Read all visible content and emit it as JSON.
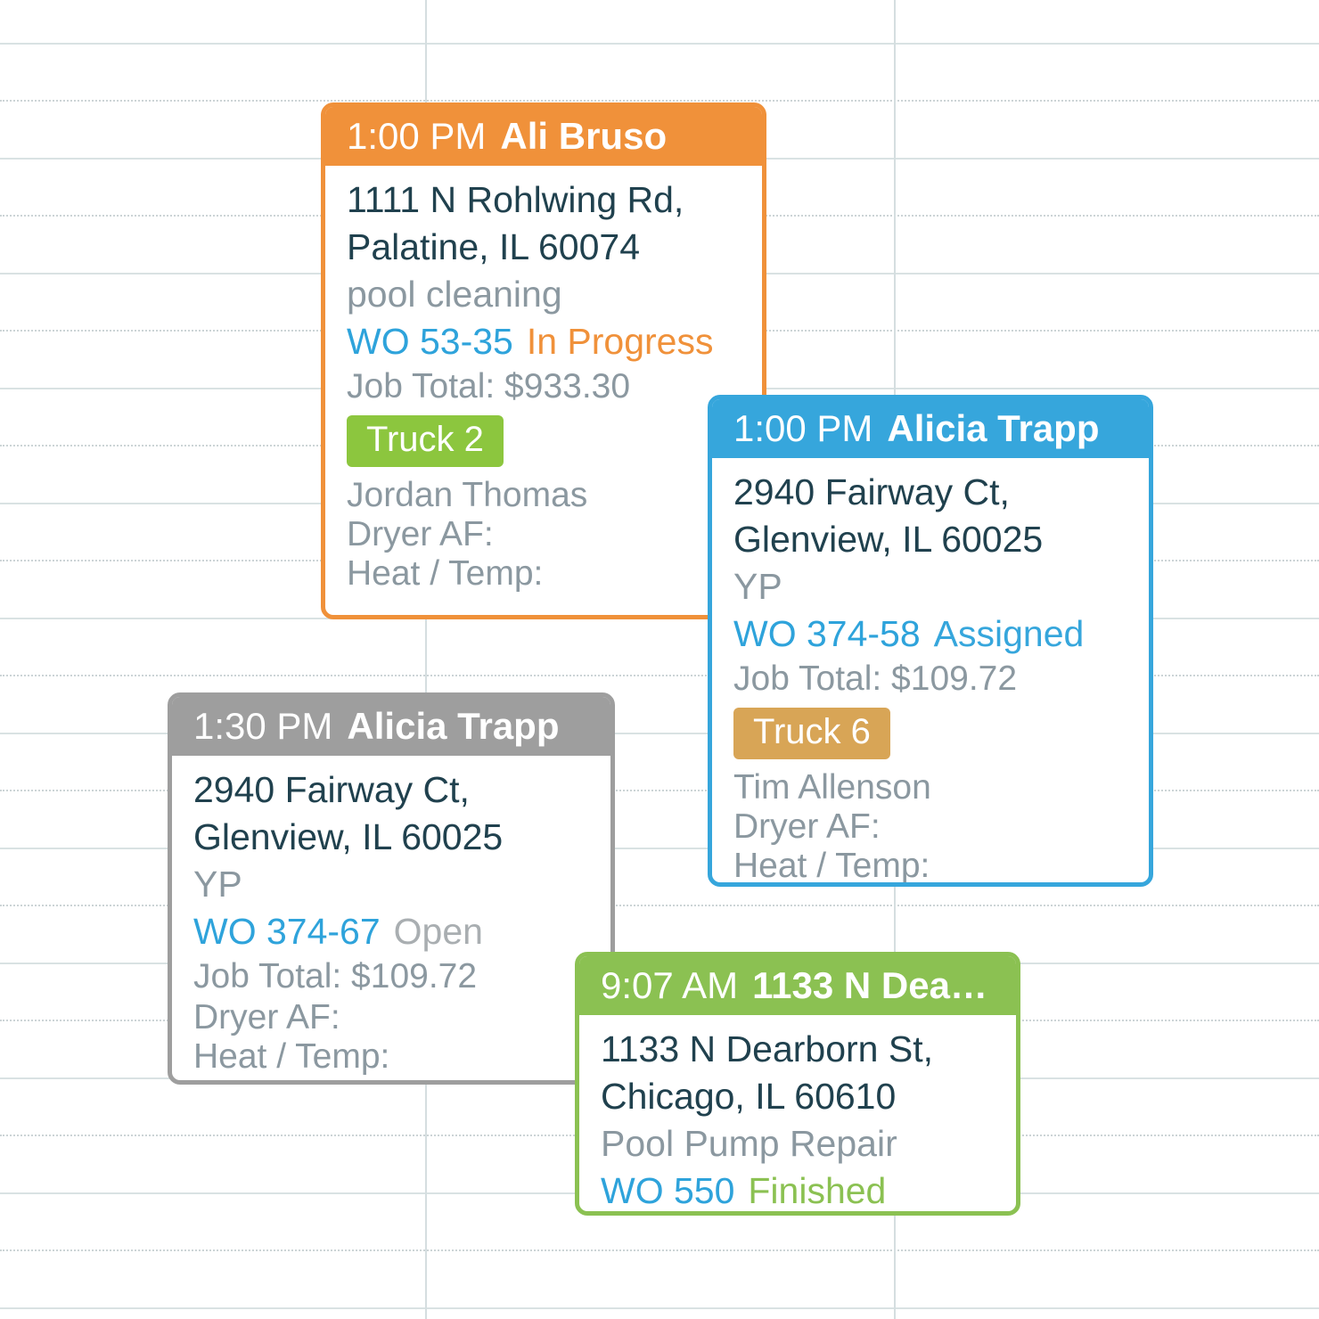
{
  "theme": {
    "work_order_link_color": "#2ea3db",
    "grid_solid_line_color": "#d9e2e3",
    "grid_dotted_line_color": "#ccd4d6",
    "card_text_color": "#20414e",
    "card_secondary_text_color": "#8b98a0"
  },
  "cards": [
    {
      "time": "1:00 PM",
      "title": "Ali Bruso",
      "address_line1": "1111 N Rohlwing Rd,",
      "address_line2": "Palatine, IL 60074",
      "job_type": "pool cleaning",
      "work_order": "WO 53-35",
      "status": "In Progress",
      "status_color": "#f0913a",
      "job_total": "Job Total: $933.30",
      "truck": "Truck 2",
      "truck_color": "#8cc63e",
      "technician": "Jordan Thomas",
      "dryer_label": "Dryer AF:",
      "heat_label": "Heat / Temp:",
      "accent_color": "#f0913a"
    },
    {
      "time": "1:00 PM",
      "title": "Alicia Trapp",
      "address_line1": "2940 Fairway Ct,",
      "address_line2": "Glenview, IL 60025",
      "job_type": "YP",
      "work_order": "WO 374-58",
      "status": "Assigned",
      "status_color": "#36a6dc",
      "job_total": "Job Total: $109.72",
      "truck": "Truck 6",
      "truck_color": "#d8a556",
      "technician": "Tim Allenson",
      "dryer_label": "Dryer AF:",
      "heat_label": "Heat / Temp:",
      "accent_color": "#36a6dc"
    },
    {
      "time": "1:30 PM",
      "title": "Alicia Trapp",
      "address_line1": "2940 Fairway Ct,",
      "address_line2": "Glenview, IL 60025",
      "job_type": "YP",
      "work_order": "WO 374-67",
      "status": "Open",
      "status_color": "#a9aeb1",
      "job_total": "Job Total: $109.72",
      "dryer_label": "Dryer AF:",
      "heat_label": "Heat / Temp:",
      "accent_color": "#9e9e9e"
    },
    {
      "time": "9:07 AM",
      "title": "1133 N Dear…",
      "address_line1": "1133 N Dearborn St,",
      "address_line2": "Chicago, IL 60610",
      "job_type": "Pool Pump Repair",
      "work_order": "WO 550",
      "status": "Finished",
      "status_color": "#8bc152",
      "accent_color": "#8bc152"
    }
  ]
}
